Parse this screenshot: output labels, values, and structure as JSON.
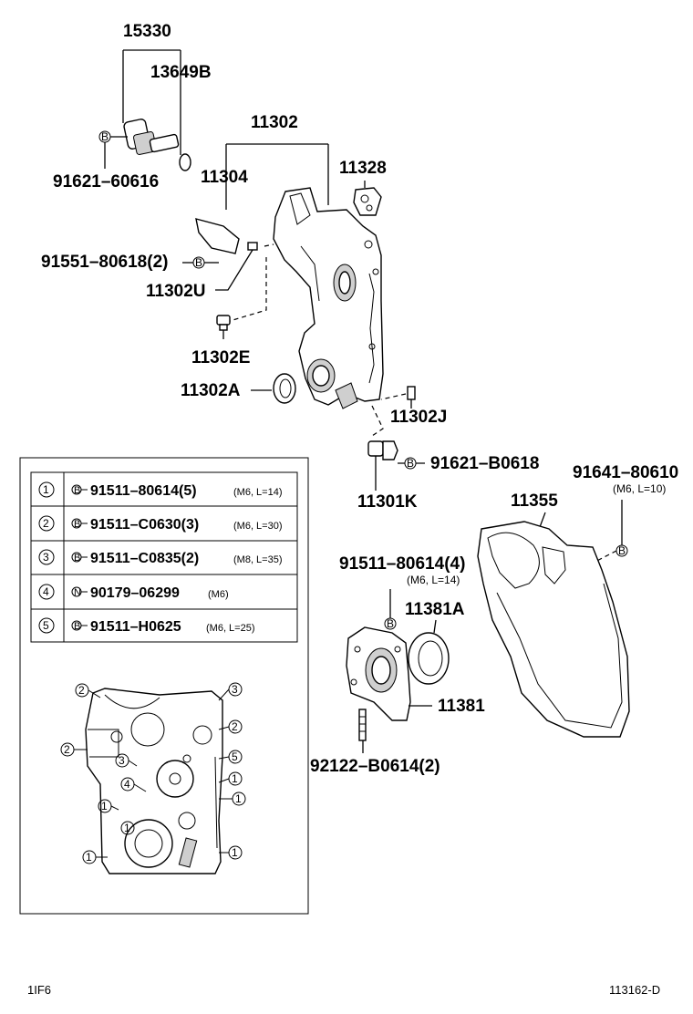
{
  "parts": {
    "p15330": "15330",
    "p13649B": "13649B",
    "p91621_60616": "91621–60616",
    "p11302": "11302",
    "p11304": "11304",
    "p11328": "11328",
    "p91551": "91551–80618(2)",
    "p11302U": "11302U",
    "p11302E": "11302E",
    "p11302A": "11302A",
    "p11302J": "11302J",
    "p91621_B0618": "91621–B0618",
    "p11301K": "11301K",
    "p91641": "91641–80610",
    "p91641_spec": "(M6, L=10)",
    "p11355": "11355",
    "p91511_80614": "91511–80614(4)",
    "p91511_80614_spec": "(M6, L=14)",
    "p11381A": "11381A",
    "p11381": "11381",
    "p92122": "92122–B0614(2)"
  },
  "fastener_table": {
    "rows": [
      {
        "index": "1",
        "type": "B",
        "part": "91511–80614(5)",
        "spec": "(M6, L=14)"
      },
      {
        "index": "2",
        "type": "B",
        "part": "91511–C0630(3)",
        "spec": "(M6, L=30)"
      },
      {
        "index": "3",
        "type": "B",
        "part": "91511–C0835(2)",
        "spec": "(M8, L=35)"
      },
      {
        "index": "4",
        "type": "N",
        "part": "90179–06299",
        "spec": "(M6)"
      },
      {
        "index": "5",
        "type": "B",
        "part": "91511–H0625",
        "spec": "(M6, L=25)"
      }
    ]
  },
  "inset_markers": [
    "2",
    "3",
    "2",
    "2",
    "3",
    "5",
    "4",
    "1",
    "1",
    "1",
    "1",
    "1",
    "1"
  ],
  "symbols": {
    "bolt": "B",
    "nut": "N"
  },
  "footer": {
    "left": "1IF6",
    "right": "113162-D"
  }
}
